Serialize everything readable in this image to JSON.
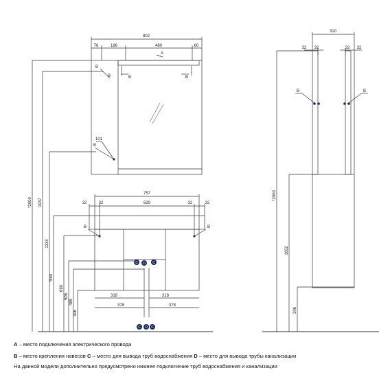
{
  "dims": {
    "mirror_width": "802",
    "mirror_left_offset": "76",
    "mirror_cab_width": "186",
    "mirror_glass_width": "480",
    "mirror_right_offset": "60",
    "hook_offset": "101",
    "label_a": "A",
    "label_b": "B",
    "height_2000": "*2000",
    "height_1937": "1937",
    "height_1334": "1334",
    "height_850": "*850",
    "height_690": "690",
    "height_505": "505",
    "height_485": "485",
    "height_306": "306",
    "base_width": "757",
    "base_32_a": "32",
    "base_32_b": "32",
    "base_629": "629",
    "base_32_c": "32",
    "base_32_d": "32",
    "left_318": "318",
    "left_378": "378",
    "right_318": "318",
    "right_378": "378",
    "label_c": "C",
    "label_d": "D",
    "side_depth": "310",
    "side_32_a": "32",
    "side_32_b": "32",
    "side_32_c": "32",
    "side_32_d": "32",
    "side_height_2000": "*2000",
    "side_height_1652": "1652",
    "side_height_306": "306"
  },
  "legend": {
    "a_letter": "A",
    "a_text": " – место подключения электрического провода",
    "b_letter": "B",
    "b_text": " – место крепления навесов ",
    "c_letter": "C",
    "c_text": " – место для вывода труб водоснабжения   ",
    "d_letter": "D",
    "d_text": " – место для вывода трубы канализации",
    "note": "На данной модели дополнительно предусмотрено нижнее подключение труб водоснабжения и канализации"
  },
  "colors": {
    "line": "#333333",
    "fill": "#ffffff",
    "dot": "#1a2a55"
  }
}
